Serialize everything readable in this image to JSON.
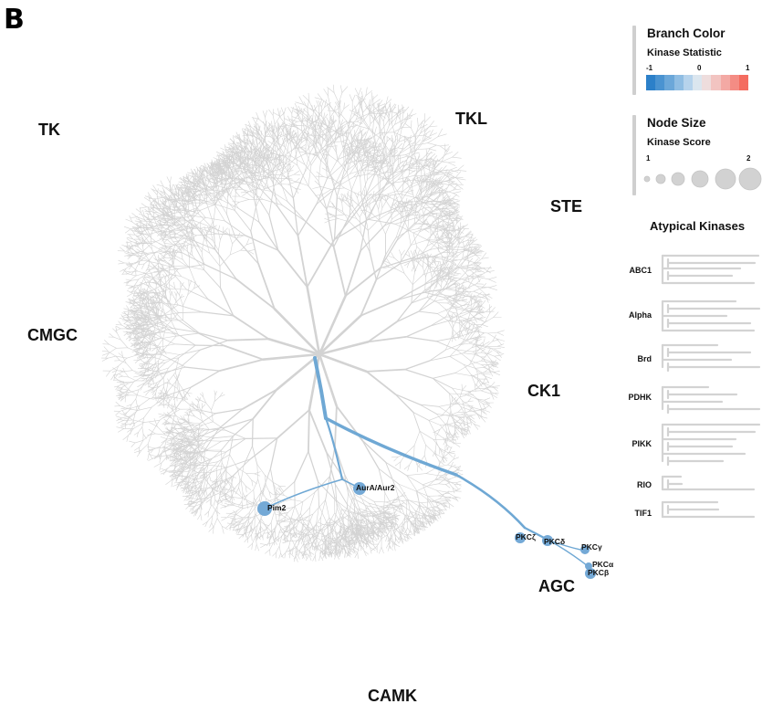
{
  "panel_letter": "B",
  "groups": {
    "tk": "TK",
    "tkl": "TKL",
    "ste": "STE",
    "cmgc": "CMGC",
    "ck1": "CK1",
    "agc": "AGC",
    "camk": "CAMK"
  },
  "legend": {
    "branch_color": {
      "title": "Branch Color",
      "subtitle": "Kinase Statistic",
      "tick_min": "-1",
      "tick_mid": "0",
      "tick_max": "1",
      "colors": [
        "#2c80c9",
        "#4a93d1",
        "#6ba7d9",
        "#8fbde3",
        "#b6d3ec",
        "#dbe6ef",
        "#eedddd",
        "#f2c4c1",
        "#f3a9a4",
        "#f48c84",
        "#f46c60"
      ]
    },
    "node_size": {
      "title": "Node Size",
      "subtitle": "Kinase Score",
      "tick_min": "1",
      "tick_max": "2"
    }
  },
  "atypical": {
    "title": "Atypical Kinases",
    "families": [
      "ABC1",
      "Alpha",
      "Brd",
      "PDHK",
      "PIKK",
      "RIO",
      "TIF1"
    ]
  },
  "highlighted_nodes": [
    {
      "label": "Pim2"
    },
    {
      "label": "AurA/Aur2"
    },
    {
      "label": "PKCζ"
    },
    {
      "label": "PKCδ"
    },
    {
      "label": "PKCγ"
    },
    {
      "label": "PKCα"
    },
    {
      "label": "PKCβ"
    }
  ],
  "colors": {
    "tree_branch": "#d3d3d3",
    "highlight_branch": "#6fa8d4",
    "node_fill": "#74a9d6",
    "legend_node": "#d2d2d2"
  }
}
